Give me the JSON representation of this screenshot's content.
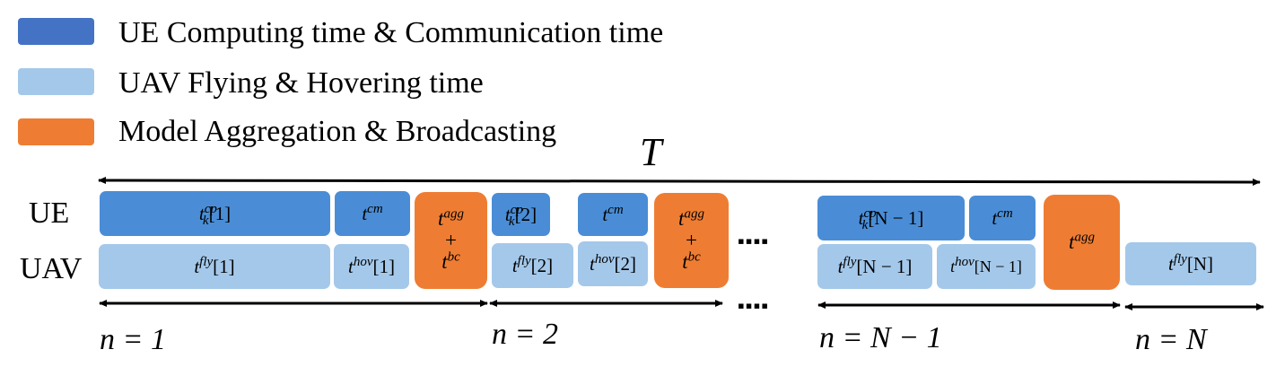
{
  "legend": {
    "ue_label": "UE Computing time & Communication time",
    "uav_label": "UAV Flying & Hovering time",
    "agg_label": "Model Aggregation & Broadcasting"
  },
  "colors": {
    "ue": "#4a8dd6",
    "uav": "#a4c8ea",
    "agg": "#ee7d33",
    "legend_ue": "#4472c4"
  },
  "total_label": "T",
  "row_labels": {
    "ue": "UE",
    "uav": "UAV"
  },
  "dots": "▪▪▪▪",
  "blocks": {
    "ue_cp1": {
      "base": "t",
      "sup": "cp",
      "sub": "k",
      "arg": "[1]"
    },
    "ue_cm1": {
      "base": "t",
      "sup": "cm"
    },
    "uav_fly1": {
      "base": "t",
      "sup": "fly",
      "arg": "[1]"
    },
    "uav_hov1": {
      "base": "t",
      "sup": "hov",
      "arg": "[1]"
    },
    "agg1": {
      "top_base": "t",
      "top_sup": "agg",
      "plus": "+",
      "bot_base": "t",
      "bot_sup": "bc"
    },
    "ue_cp2": {
      "base": "t",
      "sup": "cp",
      "sub": "k",
      "arg": "[2]"
    },
    "ue_cm2": {
      "base": "t",
      "sup": "cm"
    },
    "uav_fly2": {
      "base": "t",
      "sup": "fly",
      "arg": "[2]"
    },
    "uav_hov2": {
      "base": "t",
      "sup": "hov",
      "arg": "[2]"
    },
    "agg2": {
      "top_base": "t",
      "top_sup": "agg",
      "plus": "+",
      "bot_base": "t",
      "bot_sup": "bc"
    },
    "ue_cpN1": {
      "base": "t",
      "sup": "cp",
      "sub": "k",
      "arg": "[N − 1]"
    },
    "ue_cmN1": {
      "base": "t",
      "sup": "cm"
    },
    "uav_flyN1": {
      "base": "t",
      "sup": "fly",
      "arg": "[N − 1]"
    },
    "uav_hovN1": {
      "base": "t",
      "sup": "hov",
      "arg": "[N − 1]"
    },
    "aggN1": {
      "base": "t",
      "sup": "agg"
    },
    "uav_flyN": {
      "base": "t",
      "sup": "fly",
      "arg": "[N]"
    }
  },
  "intervals": {
    "n1": "n = 1",
    "n2": "n = 2",
    "nN1": "n = N − 1",
    "nN": "n = N"
  }
}
